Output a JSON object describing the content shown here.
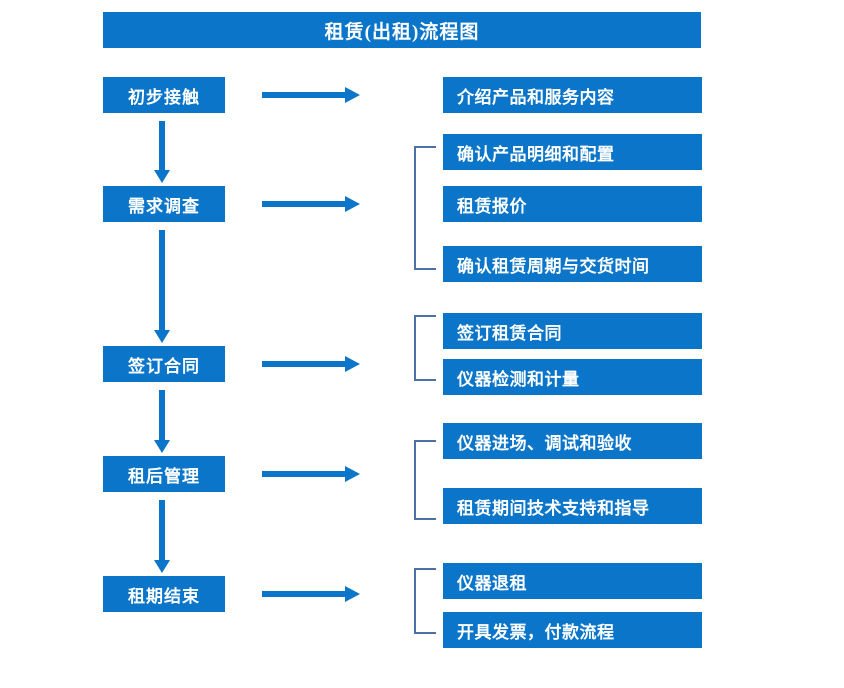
{
  "title": "租赁(出租)流程图",
  "colors": {
    "box_blue": "#0b75c9",
    "bracket_blue": "#4a72a8",
    "text_white": "#ffffff",
    "background": "#ffffff"
  },
  "stages": [
    {
      "label": "初步接触"
    },
    {
      "label": "需求调查"
    },
    {
      "label": "签订合同"
    },
    {
      "label": "租后管理"
    },
    {
      "label": "租期结束"
    }
  ],
  "details": [
    {
      "label": "介绍产品和服务内容"
    },
    {
      "label": "确认产品明细和配置"
    },
    {
      "label": "租赁报价"
    },
    {
      "label": "确认租赁周期与交货时间"
    },
    {
      "label": "签订租赁合同"
    },
    {
      "label": "仪器检测和计量"
    },
    {
      "label": "仪器进场、调试和验收"
    },
    {
      "label": "租赁期间技术支持和指导"
    },
    {
      "label": "仪器退租"
    },
    {
      "label": "开具发票，付款流程"
    }
  ],
  "chart_data": {
    "type": "diagram",
    "title": "租赁(出租)流程图",
    "diagram_kind": "flowchart",
    "orientation": "vertical-with-branches",
    "nodes": [
      {
        "stage": "初步接触",
        "outputs": [
          "介绍产品和服务内容"
        ]
      },
      {
        "stage": "需求调查",
        "outputs": [
          "确认产品明细和配置",
          "租赁报价",
          "确认租赁周期与交货时间"
        ]
      },
      {
        "stage": "签订合同",
        "outputs": [
          "签订租赁合同",
          "仪器检测和计量"
        ]
      },
      {
        "stage": "租后管理",
        "outputs": [
          "仪器进场、调试和验收",
          "租赁期间技术支持和指导"
        ]
      },
      {
        "stage": "租期结束",
        "outputs": [
          "仪器退租",
          "开具发票，付款流程"
        ]
      }
    ],
    "flow_sequence": [
      "初步接触",
      "需求调查",
      "签订合同",
      "租后管理",
      "租期结束"
    ],
    "connector_types": {
      "stage_to_stage": "down-arrow",
      "stage_to_outputs": "right-arrow",
      "output_grouping": "left-bracket"
    }
  }
}
